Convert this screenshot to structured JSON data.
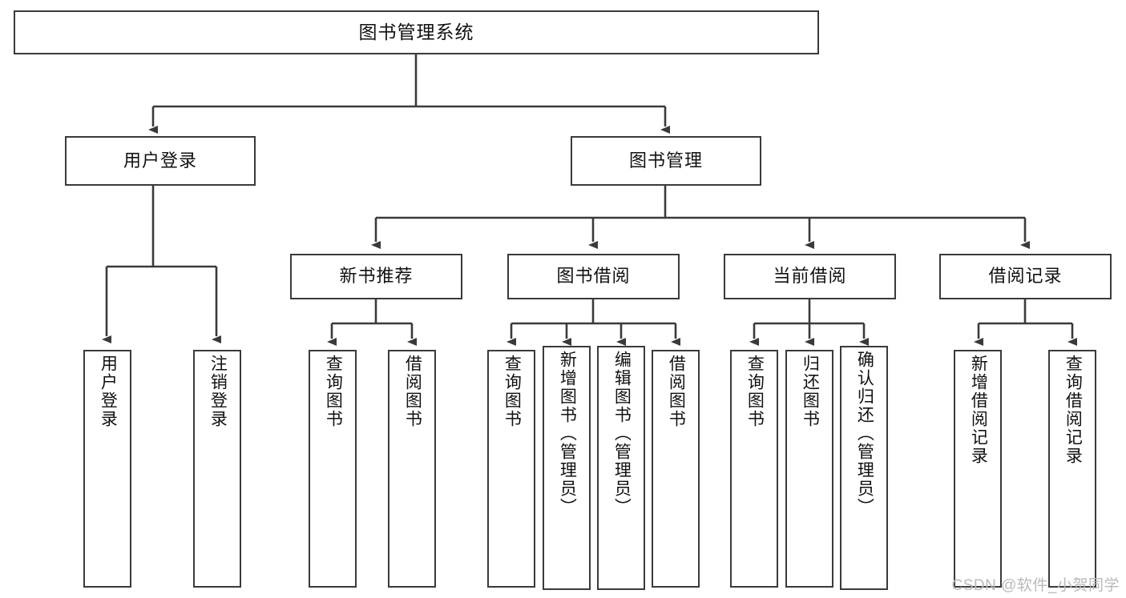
{
  "diagram": {
    "type": "tree-hierarchy",
    "title": "图书管理系统",
    "watermark": "CSDN @软件_小贺同学",
    "colors": {
      "box_border": "#3a3a3a",
      "box_fill": "#ffffff",
      "connector": "#3a3a3a",
      "text": "#111111",
      "watermark": "#b9b9b9"
    },
    "nodes": {
      "root": {
        "label": "图书管理系统"
      },
      "level2": [
        {
          "label": "用户登录"
        },
        {
          "label": "图书管理"
        }
      ],
      "level3": [
        {
          "label": "新书推荐"
        },
        {
          "label": "图书借阅"
        },
        {
          "label": "当前借阅"
        },
        {
          "label": "借阅记录"
        }
      ],
      "leaves": {
        "user_login": [
          {
            "label": "用户登录"
          },
          {
            "label": "注销登录"
          }
        ],
        "new_book_recommend": [
          {
            "label": "查询图书"
          },
          {
            "label": "借阅图书"
          }
        ],
        "book_borrow": [
          {
            "label": "查询图书"
          },
          {
            "label": "新增图书（管理员）"
          },
          {
            "label": "编辑图书（管理员）"
          },
          {
            "label": "借阅图书"
          }
        ],
        "current_borrow": [
          {
            "label": "查询图书"
          },
          {
            "label": "归还图书"
          },
          {
            "label": "确认归还（管理员）"
          }
        ],
        "borrow_records": [
          {
            "label": "新增借阅记录"
          },
          {
            "label": "查询借阅记录"
          }
        ]
      }
    }
  }
}
